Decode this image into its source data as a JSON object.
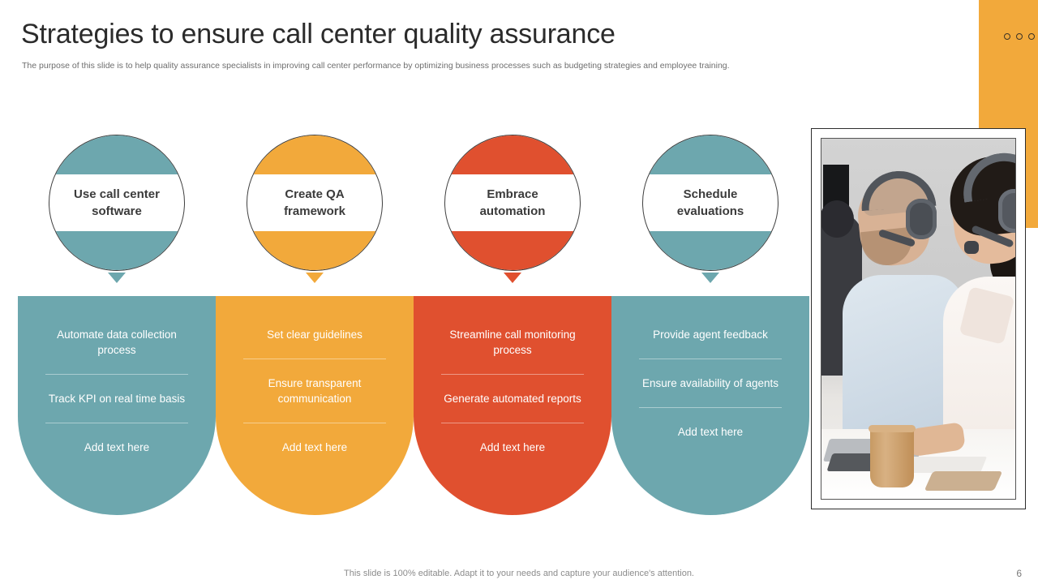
{
  "slide": {
    "title": "Strategies to ensure call center quality assurance",
    "subtitle": "The purpose of this slide is to help quality assurance specialists in improving call center performance by optimizing business processes such as budgeting strategies and employee training.",
    "footer_note": "This slide is 100% editable. Adapt it to your needs and capture your audience's attention.",
    "page_number": "6"
  },
  "colors": {
    "teal": "#6da7ae",
    "orange": "#f2a93b",
    "red": "#e0502f",
    "accent_block": "#f2a93b",
    "title_text": "#2b2b2b",
    "subtitle_text": "#6e6e6e"
  },
  "decoration": {
    "dots": [
      "dot-1",
      "dot-2",
      "dot-3"
    ]
  },
  "columns": [
    {
      "badge_label": "Use call center software",
      "color": "#6da7ae",
      "items": [
        "Automate data collection process",
        "Track KPI on real time basis",
        "Add text here"
      ]
    },
    {
      "badge_label": "Create QA framework",
      "color": "#f2a93b",
      "items": [
        "Set clear guidelines",
        "Ensure transparent communication",
        "Add text here"
      ]
    },
    {
      "badge_label": "Embrace automation",
      "color": "#e0502f",
      "items": [
        "Streamline call monitoring process",
        "Generate automated reports",
        "Add text here"
      ]
    },
    {
      "badge_label": "Schedule evaluations",
      "color": "#6da7ae",
      "items": [
        "Provide agent feedback",
        "Ensure availability of agents",
        "Add text here"
      ]
    }
  ],
  "photo": {
    "alt": "two call center agents wearing headsets at desk with laptop and coffee cup"
  }
}
